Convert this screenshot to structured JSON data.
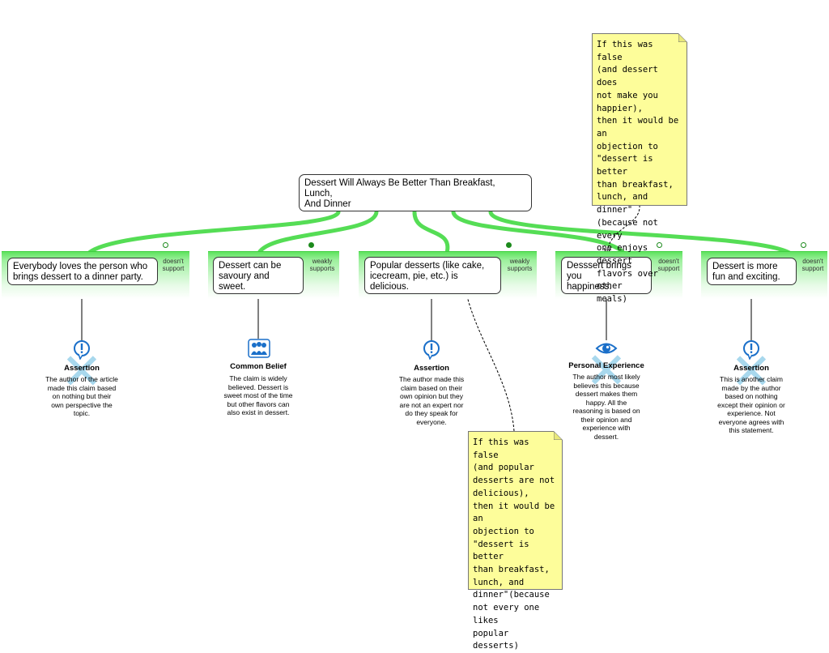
{
  "main_claim": {
    "text": "Dessert Will Always Be Better Than Breakfast,\nLunch,\nAnd Dinner"
  },
  "reasons": [
    {
      "text": "Everybody loves the person who\nbrings dessert to a dinner party.",
      "strength": "doesn't\nsupport",
      "evidence": {
        "type": "Assertion",
        "icon": "exclamation-icon",
        "description": "The author of the article\nmade this claim based\non nothing but their\nown perspective the\ntopic."
      }
    },
    {
      "text": "Dessert can be\nsavoury and\nsweet.",
      "strength": "weakly\nsupports",
      "evidence": {
        "type": "Common Belief",
        "icon": "people-icon",
        "description": "The claim is widely\nbelieved. Dessert is\nsweet most of the time\nbut other flavors can\nalso exist in dessert."
      }
    },
    {
      "text": "Popular desserts (like cake,\nicecream, pie, etc.) is\ndelicious.",
      "strength": "weakly\nsupports",
      "evidence": {
        "type": "Assertion",
        "icon": "exclamation-icon",
        "description": "The author made this\nclaim based on their\nown opinion but they\nare not an expert nor\ndo they speak for\neveryone."
      }
    },
    {
      "text": "Desssert brings\nyou\nhappiness.",
      "strength": "doesn't\nsupport",
      "evidence": {
        "type": "Personal Experience",
        "icon": "eye-icon",
        "description": "The author most likely\nbelieves this because\ndessert makes them\nhappy. All the\nreasoning is based on\ntheir opinion and\nexperience with\ndessert."
      }
    },
    {
      "text": "Dessert is more\nfun and exciting.",
      "strength": "doesn't\nsupport",
      "evidence": {
        "type": "Assertion",
        "icon": "exclamation-icon",
        "description": "This is another claim\nmade by the author\nbased on nothing\nexcept their opinion or\nexperience. Not\neveryone agrees with\nthis statement."
      }
    }
  ],
  "notes": [
    {
      "text": "If this was false\n(and dessert does\nnot make you\nhappier),\nthen it would be an\nobjection to\n\"dessert is better\nthan breakfast,\nlunch, and dinner\"\n(because not every\none enjoys dessert\nflavors over other\nmeals)"
    },
    {
      "text": "If this was false\n(and popular\ndesserts are not\ndelicious),\nthen it would be an\nobjection to\n\"dessert is better\nthan breakfast,\nlunch, and\ndinner\"(because\nnot every one likes\npopular desserts)"
    }
  ],
  "colors": {
    "link_green": "#55dd55",
    "note_yellow": "#fdfd9a",
    "x_blue": "#8ccbe8",
    "icon_blue": "#1a6fc9"
  }
}
